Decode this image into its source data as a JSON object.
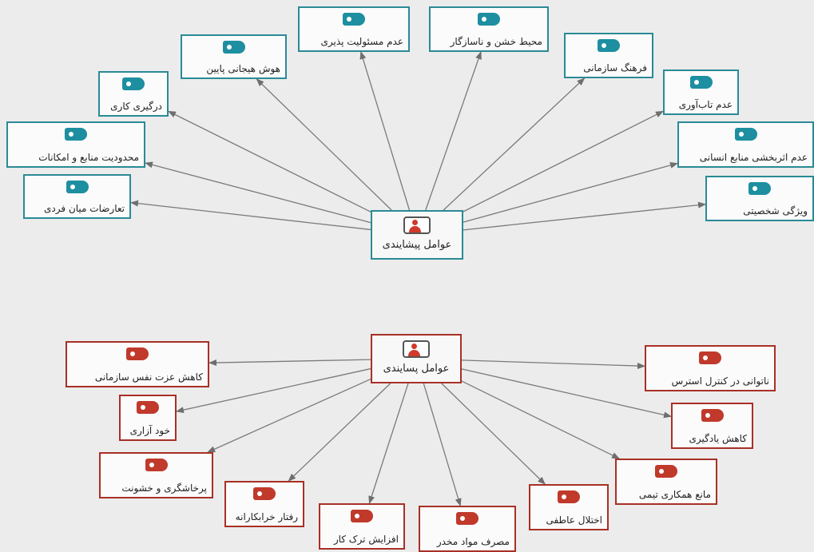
{
  "antecedents": {
    "hub_label": "عوامل پیشایندی",
    "nodes": [
      "تعارضات میان فردی",
      "محدودیت منابع و امکانات",
      "درگیری کاری",
      "هوش هیجانی پایین",
      "عدم مسئولیت پذیری",
      "محیط خشن و ناسازگار",
      "فرهنگ سازمانی",
      "عدم تاب‌آوری",
      "عدم اثربخشی منابع انسانی",
      "ویژگی شخصیتی"
    ]
  },
  "consequences": {
    "hub_label": "عوامل پسایندی",
    "nodes": [
      "کاهش عزت نفس سازمانی",
      "خود آزاری",
      "پرخاشگری و خشونت",
      "رفتار خرابکارانه",
      "افزایش ترک کار",
      "مصرف مواد مخدر",
      "اختلال عاطفی",
      "مانع همکاری تیمی",
      "کاهش یادگیری",
      "ناتوانی در کنترل استرس"
    ]
  },
  "colors": {
    "teal": "#2a8a96",
    "red": "#a83026",
    "edge": "#7a7a7a"
  }
}
